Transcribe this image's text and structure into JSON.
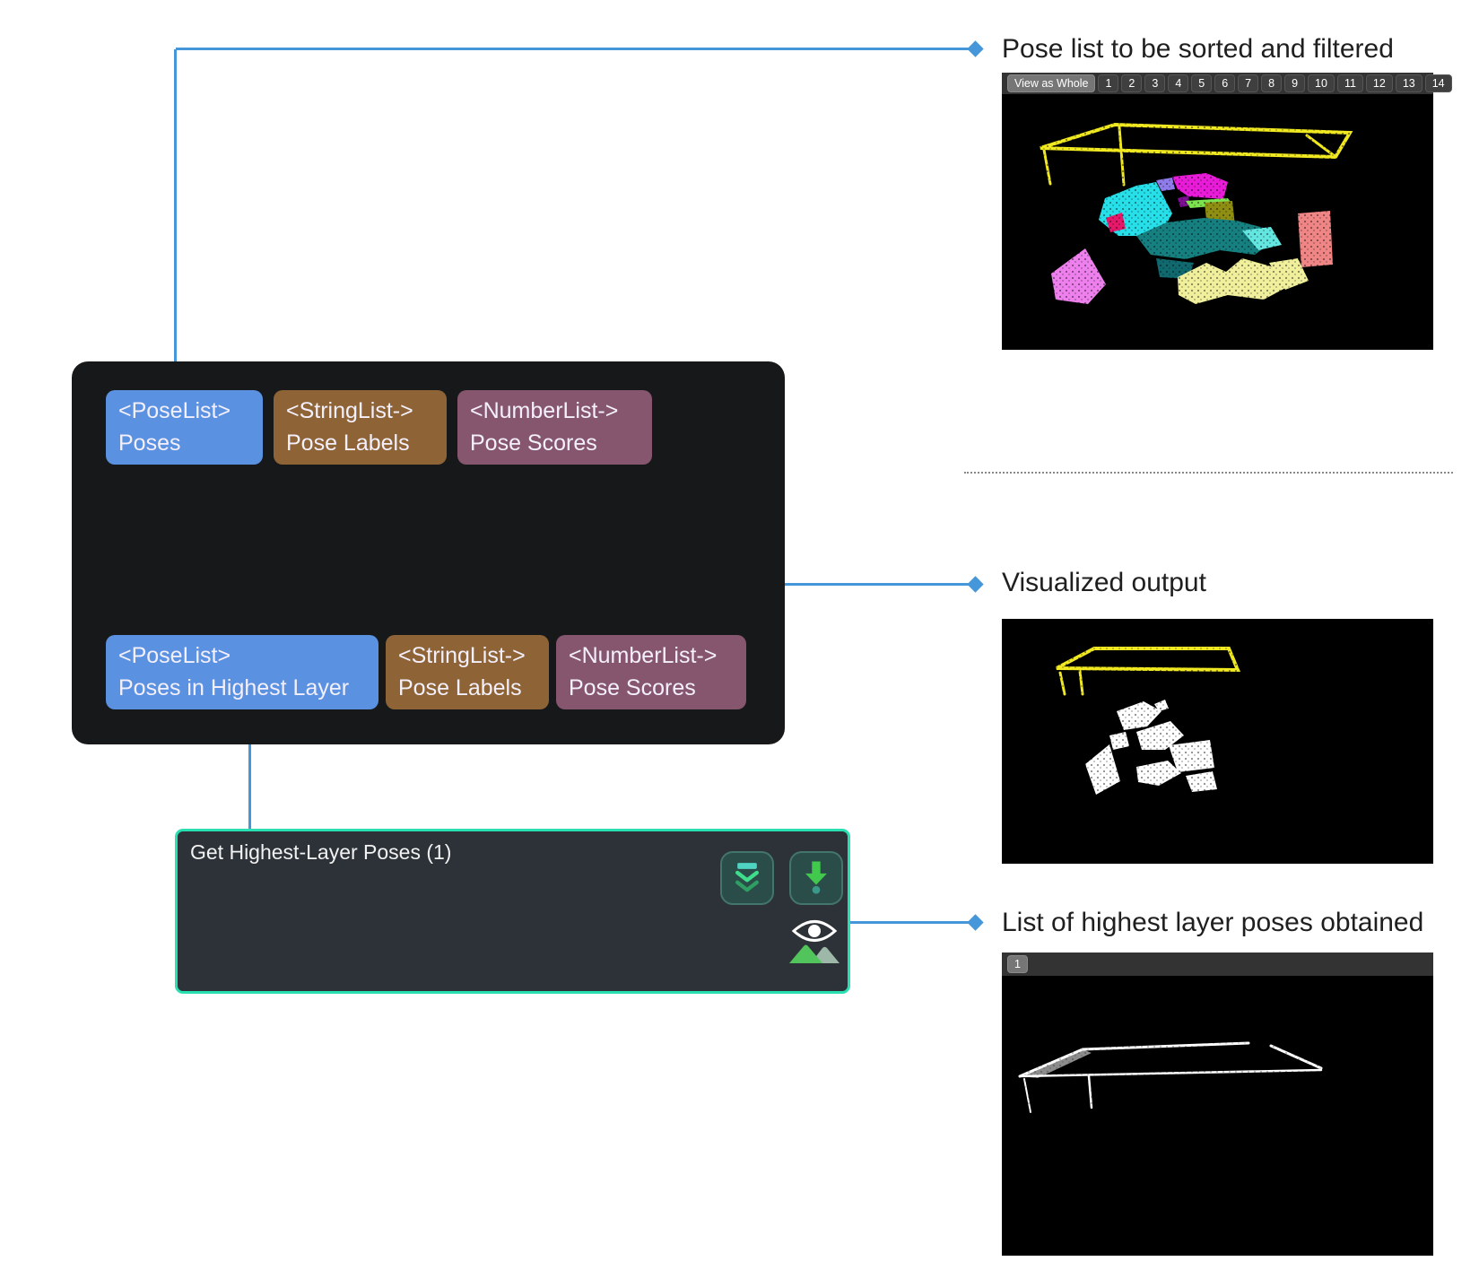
{
  "node": {
    "title": "Get Highest-Layer Poses (1)",
    "input_ports": [
      {
        "type_label": "<PoseList>",
        "name_label": "Poses"
      },
      {
        "type_label": "<StringList->",
        "name_label": "Pose Labels"
      },
      {
        "type_label": "<NumberList->",
        "name_label": "Pose Scores"
      }
    ],
    "output_ports": [
      {
        "type_label": "<PoseList>",
        "name_label": "Poses in Highest Layer"
      },
      {
        "type_label": "<StringList->",
        "name_label": "Pose Labels"
      },
      {
        "type_label": "<NumberList->",
        "name_label": "Pose Scores"
      }
    ],
    "icons": {
      "collapse_icon": "double-chevron-down-with-bar",
      "download_icon": "green-arrow-down-with-dot",
      "visualize_icon": "eye-over-mountains"
    }
  },
  "annotations": {
    "top": "Pose list to be sorted and filtered",
    "middle": "Visualized output",
    "bottom": "List of highest layer poses obtained"
  },
  "pose_list_viewer": {
    "view_as_whole_label": "View as Whole",
    "tabs": [
      "1",
      "2",
      "3",
      "4",
      "5",
      "6",
      "7",
      "8",
      "9",
      "10",
      "11",
      "12",
      "13",
      "14"
    ]
  },
  "highest_layer_viewer": {
    "tabs": [
      "1"
    ]
  },
  "colors": {
    "pose_port": "#5a91e1",
    "string_port": "#8e6437",
    "number_port": "#86566e",
    "node_border": "#2adfb2",
    "node_background": "#17181a",
    "body_background": "#2c3237",
    "connector": "#4697d9",
    "crate_yellow": "#f0e820",
    "viewport_background": "#000000"
  }
}
